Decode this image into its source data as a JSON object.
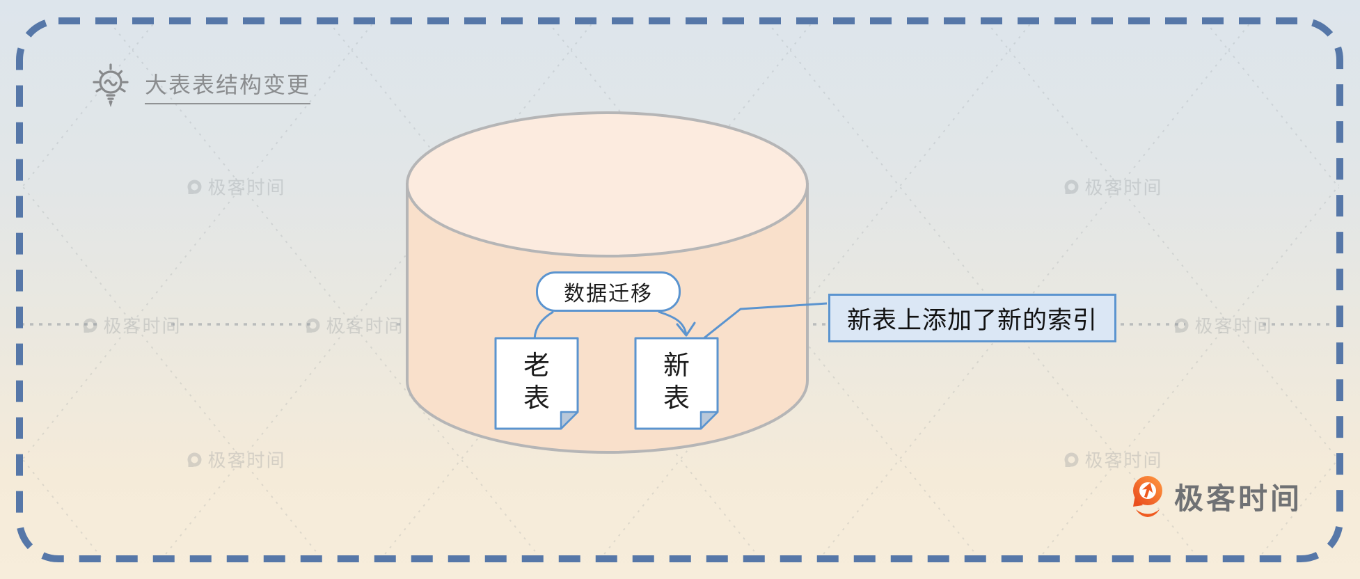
{
  "title": {
    "text": "大表表结构变更"
  },
  "diagram": {
    "migration_label": "数据迁移",
    "old_table": [
      "老",
      "表"
    ],
    "new_table": [
      "新",
      "表"
    ],
    "callout": "新表上添加了新的索引"
  },
  "watermark": {
    "text": "极客时间"
  },
  "logo": {
    "text": "极客时间"
  },
  "icons": {
    "title_icon": "lightbulb-icon",
    "logo_icon": "geektime-pin-icon",
    "watermark_icon": "geektime-ring-icon"
  },
  "colors": {
    "frame_dash": "#5677a8",
    "diagram_blue": "#5b94cf",
    "callout_fill": "#dbe7f5",
    "cylinder_body": "#f9e0cb",
    "cylinder_top": "#fcebdf",
    "cylinder_stroke": "#b5b5b6",
    "note_fold": "#b9c8da",
    "logo_orange": "#ef5a1f",
    "title_gray": "#8a8c8e",
    "watermark_gray": "#8b9196",
    "background_top": "#dde5ec",
    "background_bottom": "#f7eddb"
  }
}
